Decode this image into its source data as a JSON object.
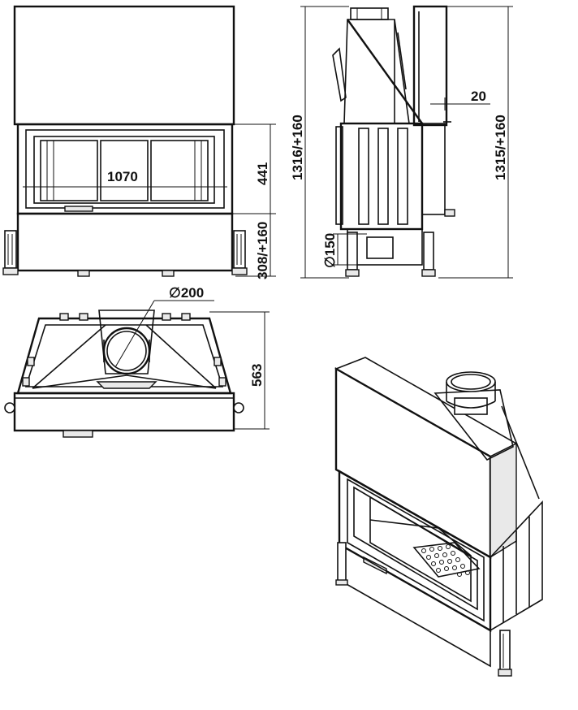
{
  "dimensions": {
    "front_width": "1070",
    "front_window_height": "441",
    "front_base_height": "308/+160",
    "front_total_height": "1316/+160",
    "side_total_height": "1315/+160",
    "side_offset": "20",
    "side_air_inlet": "150",
    "top_flue": "200",
    "top_depth": "563"
  },
  "symbols": {
    "diameter": "∅"
  },
  "colors": {
    "line": "#111111",
    "background": "#ffffff"
  }
}
